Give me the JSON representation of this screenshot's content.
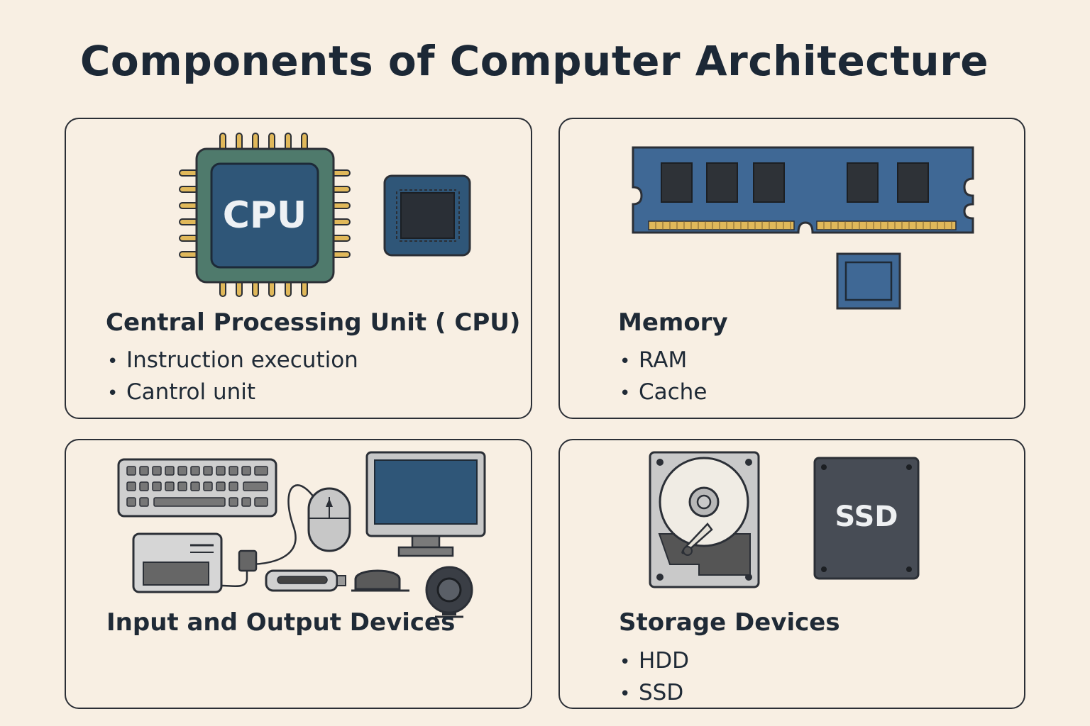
{
  "title": "Components of Computer Architecture",
  "panels": {
    "cpu": {
      "heading": "Central Processing Unit ( CPU)",
      "chip_label": "CPU",
      "bullets": [
        "Instruction execution",
        "Cantrol unit"
      ],
      "icons": [
        "cpu-chip-icon",
        "processor-die-icon"
      ]
    },
    "memory": {
      "heading": "Memory",
      "bullets": [
        "RAM",
        "Cache"
      ],
      "icons": [
        "ram-module-icon",
        "cache-chip-icon"
      ]
    },
    "io": {
      "heading": "Input and Output Devices",
      "icons": [
        "keyboard-icon",
        "mouse-icon",
        "monitor-icon",
        "printer-icon",
        "usb-drive-icon",
        "speaker-icon",
        "webcam-icon"
      ]
    },
    "storage": {
      "heading": "Storage Devices",
      "ssd_label": "SSD",
      "bullets": [
        "HDD",
        "SSD"
      ],
      "icons": [
        "hdd-icon",
        "ssd-icon"
      ]
    }
  },
  "colors": {
    "background": "#f8efe3",
    "outline": "#2b2f36",
    "chip_blue": "#2f5678",
    "chip_teal": "#4f7a6c",
    "ram_blue": "#3f6895",
    "gold": "#e0b85a",
    "ssd_dark": "#474c55",
    "device_gray": "#c7c7c7"
  }
}
